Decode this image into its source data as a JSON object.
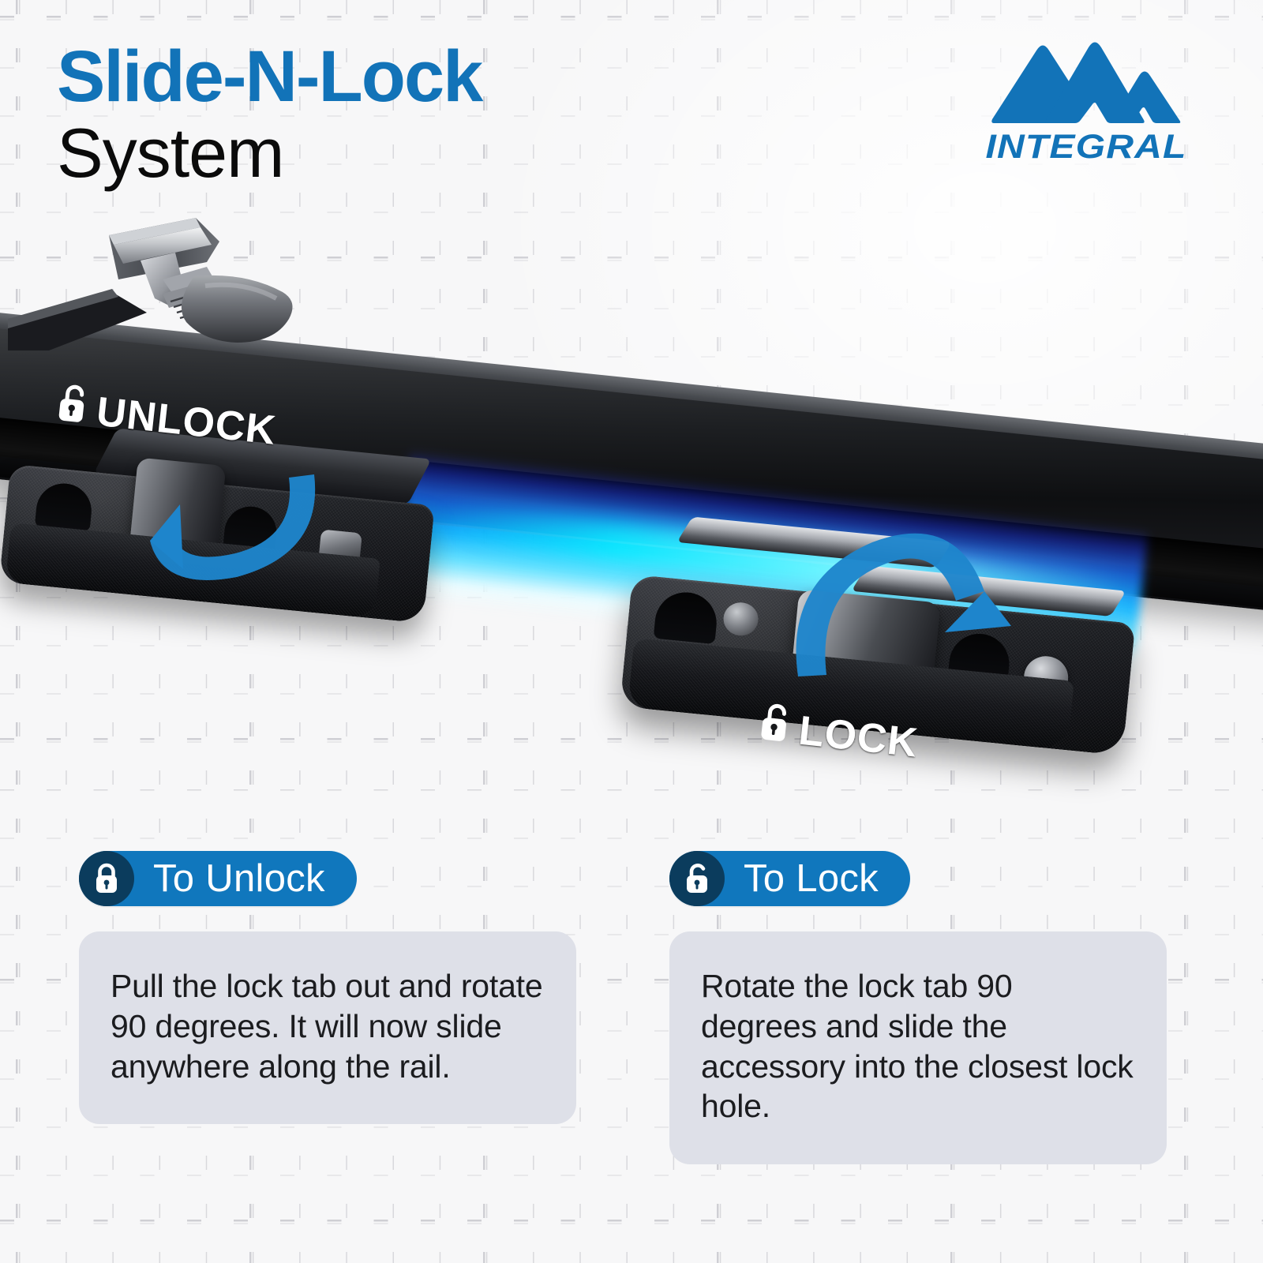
{
  "header": {
    "title_line1": "Slide-N-Lock",
    "title_line2": "System",
    "accent_color": "#1273b8"
  },
  "brand": {
    "wordmark": "INTEGRAL",
    "logo_icon": "mountain-peaks-icon",
    "color": "#1273b8"
  },
  "product_photo": {
    "alt": "Black roof rack rail with two Slide-N-Lock brackets",
    "labels": {
      "unlock": "UNLOCK",
      "lock": "LOCK",
      "unlock_icon": "open-padlock-icon",
      "lock_icon": "padlock-icon"
    },
    "arrows": {
      "unlock_arrow": "rotate-counterclockwise-arrow",
      "lock_arrow": "rotate-clockwise-arrow",
      "color": "#1e85cc"
    },
    "glow_color": "#14b4ff"
  },
  "steps": [
    {
      "badge_label": "To Unlock",
      "badge_icon": "closed-padlock-icon",
      "body": "Pull the lock tab out and rotate 90 degrees. It will now slide anywhere along the rail."
    },
    {
      "badge_label": "To Lock",
      "badge_icon": "open-padlock-icon",
      "body": "Rotate the lock tab 90 degrees and slide the accessory into the closest lock hole."
    }
  ],
  "theme": {
    "background": "#f7f7f8",
    "badge_bg": "#1077bd",
    "badge_icon_bg": "#0b3c5d",
    "infobox_bg": "#dee0e8",
    "text_dark": "#1b1c1f"
  }
}
